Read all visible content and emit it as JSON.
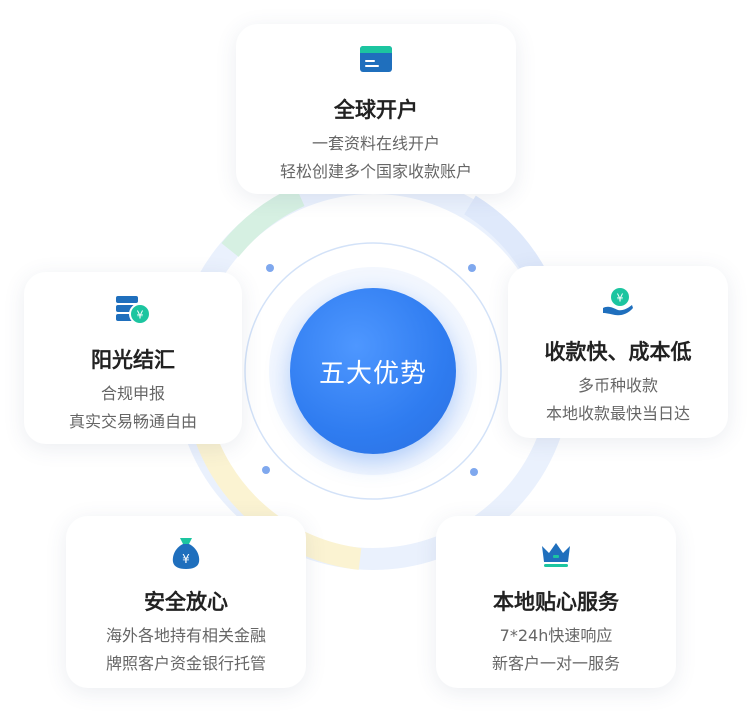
{
  "center": {
    "label": "五大优势"
  },
  "colors": {
    "accent": "#2f7cf0",
    "icon_blue": "#1f6fbd",
    "icon_green": "#1cc5a0",
    "ring_green": "#d8f1e4",
    "ring_yellow": "#fbf2cf",
    "ring_blue": "#dbe7fb"
  },
  "cards": {
    "global_account": {
      "icon": "bank-card-icon",
      "title": "全球开户",
      "lines": [
        "一套资料在线开户",
        "轻松创建多个国家收款账户"
      ]
    },
    "sunshine_settlement": {
      "icon": "yuan-coin-stack-icon",
      "title": "阳光结汇",
      "lines": [
        "合规申报",
        "真实交易畅通自由"
      ]
    },
    "fast_low_cost": {
      "icon": "hand-yuan-coin-icon",
      "title": "收款快、成本低",
      "lines": [
        "多币种收款",
        "本地收款最快当日达"
      ]
    },
    "safe": {
      "icon": "money-bag-icon",
      "title": "安全放心",
      "lines": [
        "海外各地持有相关金融",
        "牌照客户资金银行托管"
      ]
    },
    "local_service": {
      "icon": "crown-icon",
      "title": "本地贴心服务",
      "lines": [
        "7*24h快速响应",
        "新客户一对一服务"
      ]
    }
  }
}
